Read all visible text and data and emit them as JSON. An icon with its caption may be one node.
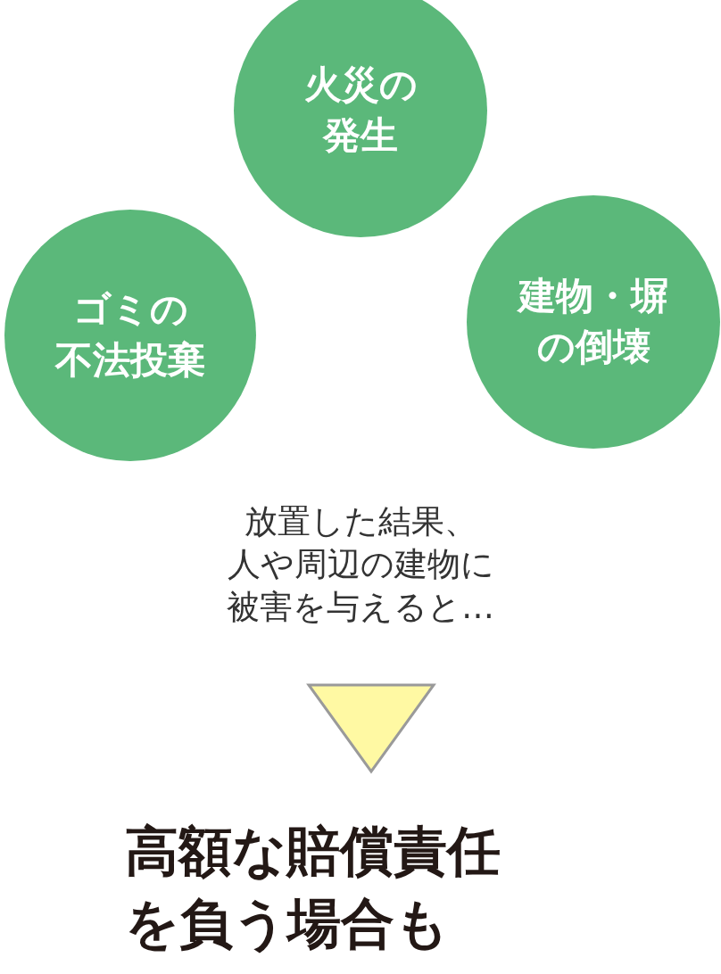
{
  "diagram": {
    "nodes": [
      {
        "text": [
          "火災の発生"
        ]
      },
      {
        "text": [
          "ゴミの不法投棄"
        ]
      },
      {
        "text": [
          "建物・塀の倒壊"
        ]
      },
      {
        "text": [
          "放置した結果、人や周辺の建物に被害を与えると…"
        ]
      },
      {
        "text": [
          "高額な賠償責任を負う場合も"
        ]
      }
    ],
    "edges": [
      {
        "from": 3,
        "to": 4,
        "arrow": "to"
      }
    ]
  }
}
